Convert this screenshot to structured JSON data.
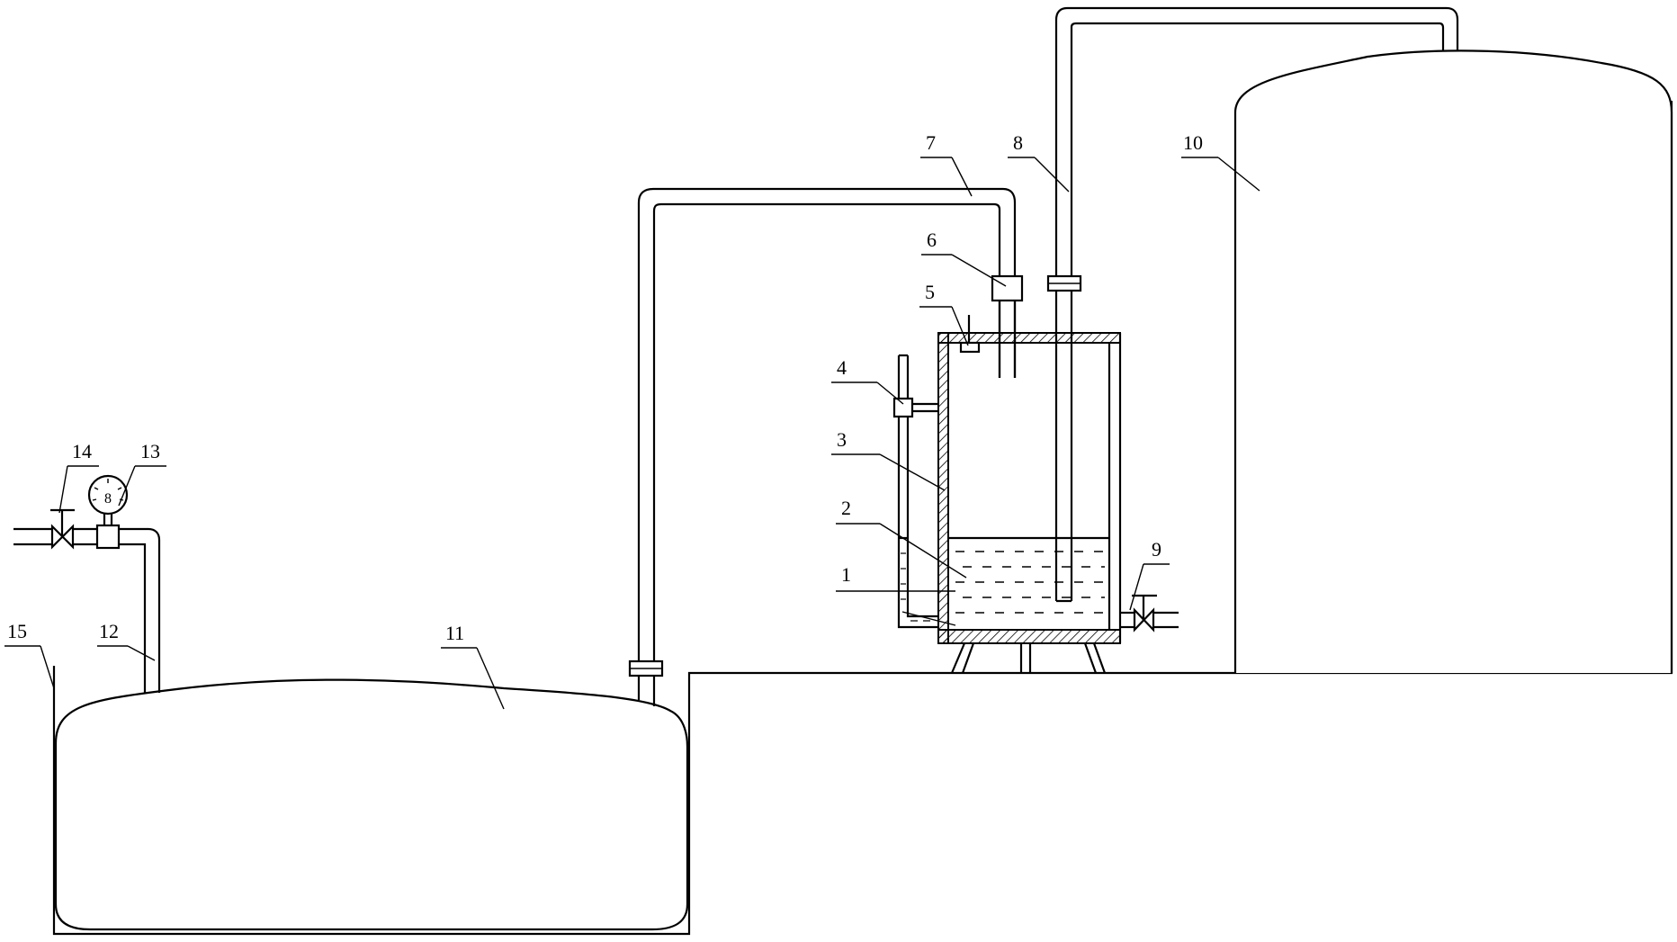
{
  "labels": {
    "l1": "1",
    "l2": "2",
    "l3": "3",
    "l4": "4",
    "l5": "5",
    "l6": "6",
    "l7": "7",
    "l8": "8",
    "l9": "9",
    "l10": "10",
    "l11": "11",
    "l12": "12",
    "l13": "13",
    "l14": "14",
    "l15": "15"
  },
  "gauge_glyph": "8"
}
